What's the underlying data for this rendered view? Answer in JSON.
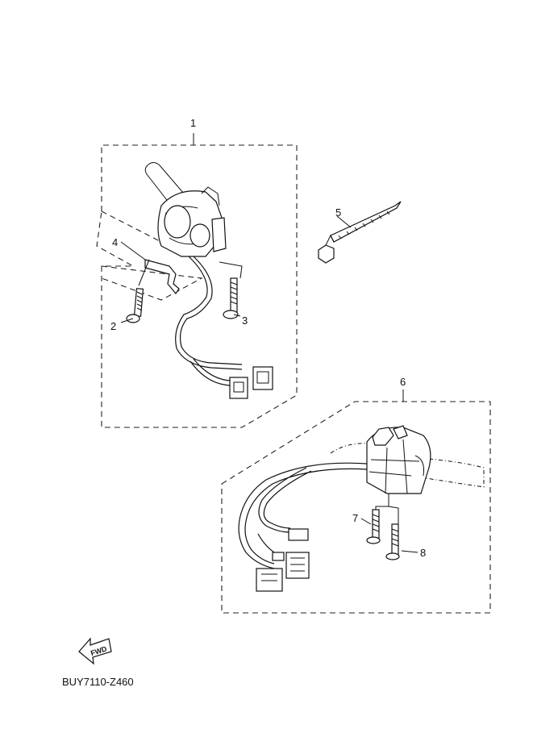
{
  "diagram": {
    "callouts": [
      {
        "id": "c1",
        "text": "1"
      },
      {
        "id": "c2",
        "text": "2"
      },
      {
        "id": "c3",
        "text": "3"
      },
      {
        "id": "c4",
        "text": "4"
      },
      {
        "id": "c5",
        "text": "5"
      },
      {
        "id": "c6",
        "text": "6"
      },
      {
        "id": "c7",
        "text": "7"
      },
      {
        "id": "c8",
        "text": "8"
      }
    ],
    "fwd_label": "FWD",
    "diagram_code": "BUY7110-Z460"
  }
}
